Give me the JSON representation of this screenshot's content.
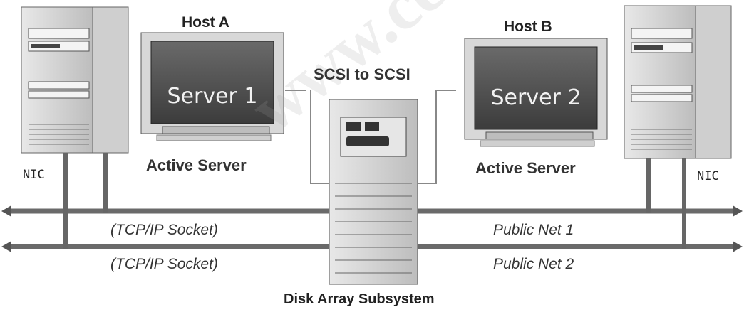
{
  "host_a": {
    "title": "Host A",
    "screen_label": "Server 1",
    "role": "Active Server"
  },
  "host_b": {
    "title": "Host B",
    "screen_label": "Server 2",
    "role": "Active Server"
  },
  "scsi_link": "SCSI to SCSI",
  "nic_left": "NIC",
  "nic_right": "NIC",
  "network": {
    "socket_1": "(TCP/IP Socket)",
    "socket_2": "(TCP/IP Socket)",
    "public_1": "Public Net 1",
    "public_2": "Public Net 2"
  },
  "disk_array_label": "Disk Array Subsystem",
  "watermark": "www.ce"
}
